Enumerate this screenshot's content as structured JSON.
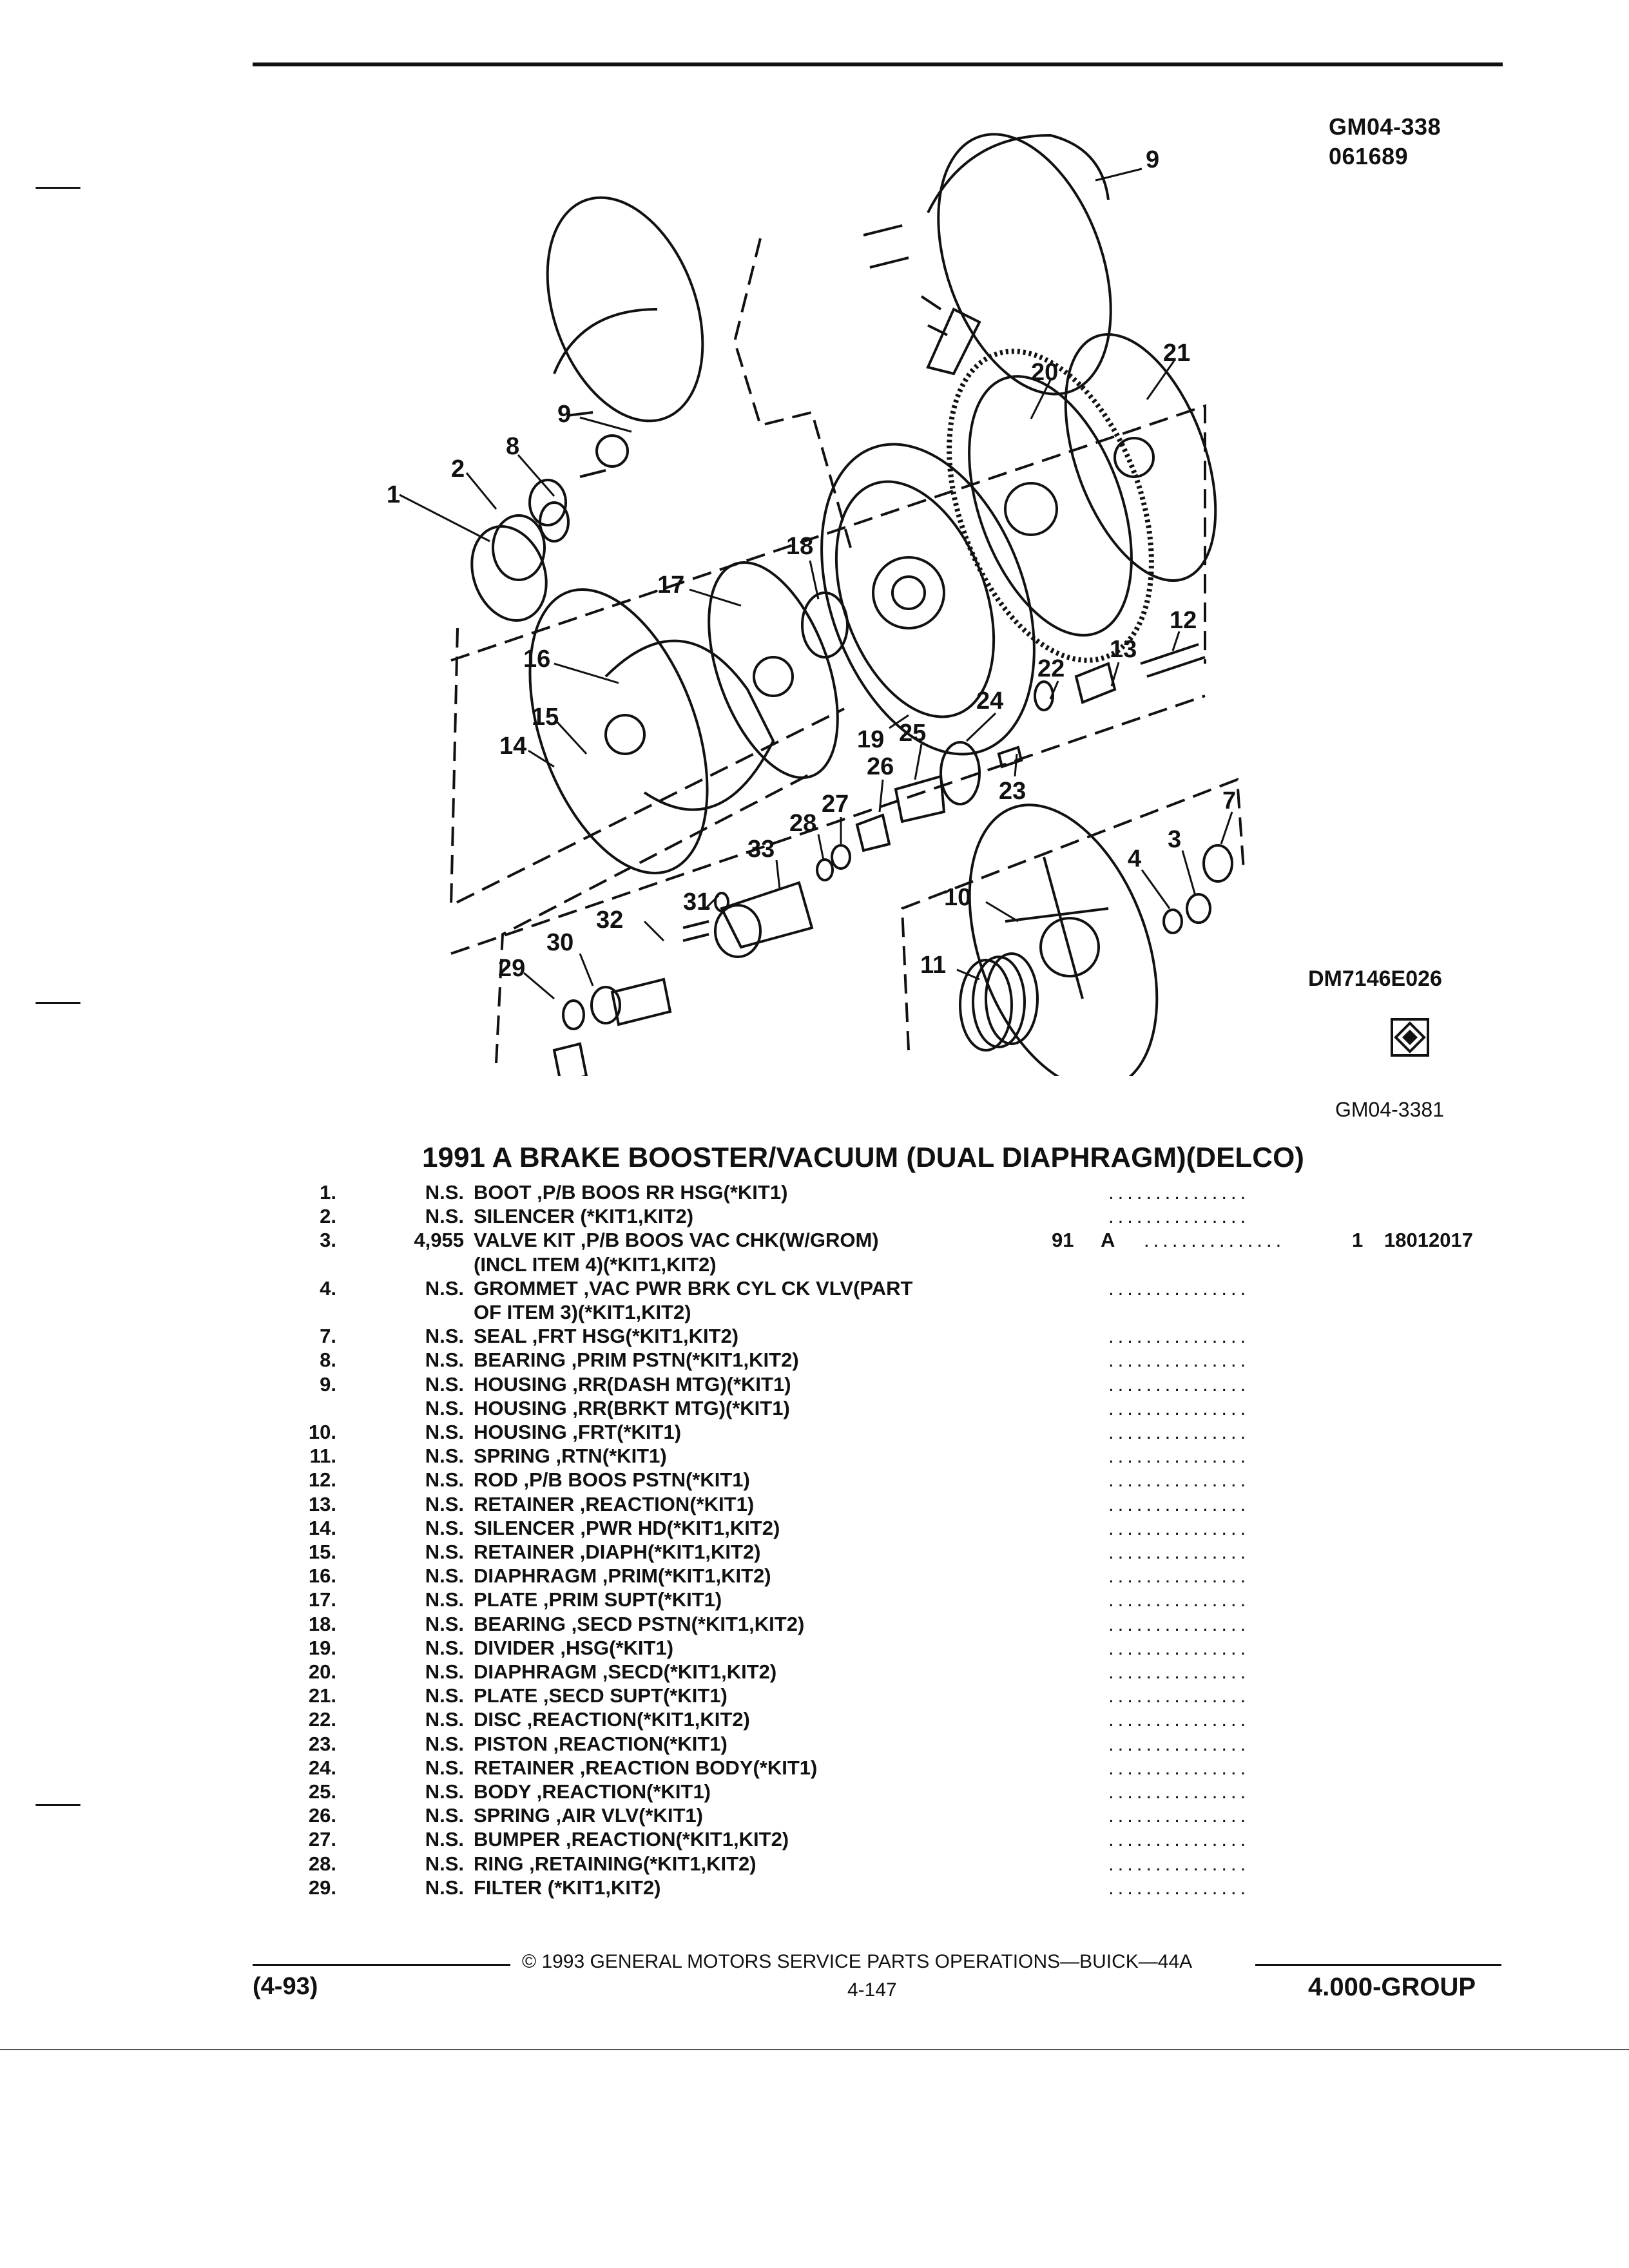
{
  "header": {
    "code_1": "GM04-338",
    "code_2": "061689"
  },
  "diagram": {
    "art_code": "DM7146E026",
    "figure_code": "GM04-3381",
    "callouts": [
      "9",
      "9",
      "8",
      "2",
      "1",
      "21",
      "20",
      "18",
      "17",
      "16",
      "15",
      "14",
      "19",
      "13",
      "12",
      "22",
      "24",
      "25",
      "26",
      "27",
      "28",
      "23",
      "33",
      "31",
      "32",
      "30",
      "29",
      "7",
      "3",
      "4",
      "10",
      "11"
    ]
  },
  "title": "1991 A BRAKE BOOSTER/VACUUM (DUAL DIAPHRAGM)(DELCO)",
  "parts": [
    {
      "no": "1.",
      "qty": "N.S.",
      "desc": "BOOT ,P/B BOOS RR HSG(*KIT1)",
      "cont": "",
      "yr": "",
      "mod": "",
      "n": "",
      "pn": ""
    },
    {
      "no": "2.",
      "qty": "N.S.",
      "desc": "SILENCER (*KIT1,KIT2)",
      "cont": "",
      "yr": "",
      "mod": "",
      "n": "",
      "pn": ""
    },
    {
      "no": "3.",
      "qty": "4,955",
      "desc": "VALVE KIT ,P/B BOOS VAC CHK(W/GROM)",
      "cont": "(INCL ITEM 4)(*KIT1,KIT2)",
      "yr": "91",
      "mod": "A",
      "n": "1",
      "pn": "18012017"
    },
    {
      "no": "4.",
      "qty": "N.S.",
      "desc": "GROMMET ,VAC PWR BRK CYL CK VLV(PART",
      "cont": "OF ITEM 3)(*KIT1,KIT2)",
      "yr": "",
      "mod": "",
      "n": "",
      "pn": ""
    },
    {
      "no": "7.",
      "qty": "N.S.",
      "desc": "SEAL ,FRT HSG(*KIT1,KIT2)",
      "cont": "",
      "yr": "",
      "mod": "",
      "n": "",
      "pn": ""
    },
    {
      "no": "8.",
      "qty": "N.S.",
      "desc": "BEARING ,PRIM PSTN(*KIT1,KIT2)",
      "cont": "",
      "yr": "",
      "mod": "",
      "n": "",
      "pn": ""
    },
    {
      "no": "9.",
      "qty": "N.S.",
      "desc": "HOUSING ,RR(DASH MTG)(*KIT1)",
      "cont": "",
      "yr": "",
      "mod": "",
      "n": "",
      "pn": ""
    },
    {
      "no": "",
      "qty": "N.S.",
      "desc": "HOUSING ,RR(BRKT MTG)(*KIT1)",
      "cont": "",
      "yr": "",
      "mod": "",
      "n": "",
      "pn": ""
    },
    {
      "no": "10.",
      "qty": "N.S.",
      "desc": "HOUSING ,FRT(*KIT1)",
      "cont": "",
      "yr": "",
      "mod": "",
      "n": "",
      "pn": ""
    },
    {
      "no": "11.",
      "qty": "N.S.",
      "desc": "SPRING ,RTN(*KIT1)",
      "cont": "",
      "yr": "",
      "mod": "",
      "n": "",
      "pn": ""
    },
    {
      "no": "12.",
      "qty": "N.S.",
      "desc": "ROD ,P/B BOOS PSTN(*KIT1)",
      "cont": "",
      "yr": "",
      "mod": "",
      "n": "",
      "pn": ""
    },
    {
      "no": "13.",
      "qty": "N.S.",
      "desc": "RETAINER ,REACTION(*KIT1)",
      "cont": "",
      "yr": "",
      "mod": "",
      "n": "",
      "pn": ""
    },
    {
      "no": "14.",
      "qty": "N.S.",
      "desc": "SILENCER ,PWR HD(*KIT1,KIT2)",
      "cont": "",
      "yr": "",
      "mod": "",
      "n": "",
      "pn": ""
    },
    {
      "no": "15.",
      "qty": "N.S.",
      "desc": "RETAINER ,DIAPH(*KIT1,KIT2)",
      "cont": "",
      "yr": "",
      "mod": "",
      "n": "",
      "pn": ""
    },
    {
      "no": "16.",
      "qty": "N.S.",
      "desc": "DIAPHRAGM ,PRIM(*KIT1,KIT2)",
      "cont": "",
      "yr": "",
      "mod": "",
      "n": "",
      "pn": ""
    },
    {
      "no": "17.",
      "qty": "N.S.",
      "desc": "PLATE ,PRIM SUPT(*KIT1)",
      "cont": "",
      "yr": "",
      "mod": "",
      "n": "",
      "pn": ""
    },
    {
      "no": "18.",
      "qty": "N.S.",
      "desc": "BEARING ,SECD PSTN(*KIT1,KIT2)",
      "cont": "",
      "yr": "",
      "mod": "",
      "n": "",
      "pn": ""
    },
    {
      "no": "19.",
      "qty": "N.S.",
      "desc": "DIVIDER ,HSG(*KIT1)",
      "cont": "",
      "yr": "",
      "mod": "",
      "n": "",
      "pn": ""
    },
    {
      "no": "20.",
      "qty": "N.S.",
      "desc": "DIAPHRAGM ,SECD(*KIT1,KIT2)",
      "cont": "",
      "yr": "",
      "mod": "",
      "n": "",
      "pn": ""
    },
    {
      "no": "21.",
      "qty": "N.S.",
      "desc": "PLATE ,SECD SUPT(*KIT1)",
      "cont": "",
      "yr": "",
      "mod": "",
      "n": "",
      "pn": ""
    },
    {
      "no": "22.",
      "qty": "N.S.",
      "desc": "DISC ,REACTION(*KIT1,KIT2)",
      "cont": "",
      "yr": "",
      "mod": "",
      "n": "",
      "pn": ""
    },
    {
      "no": "23.",
      "qty": "N.S.",
      "desc": "PISTON ,REACTION(*KIT1)",
      "cont": "",
      "yr": "",
      "mod": "",
      "n": "",
      "pn": ""
    },
    {
      "no": "24.",
      "qty": "N.S.",
      "desc": "RETAINER ,REACTION BODY(*KIT1)",
      "cont": "",
      "yr": "",
      "mod": "",
      "n": "",
      "pn": ""
    },
    {
      "no": "25.",
      "qty": "N.S.",
      "desc": "BODY ,REACTION(*KIT1)",
      "cont": "",
      "yr": "",
      "mod": "",
      "n": "",
      "pn": ""
    },
    {
      "no": "26.",
      "qty": "N.S.",
      "desc": "SPRING ,AIR VLV(*KIT1)",
      "cont": "",
      "yr": "",
      "mod": "",
      "n": "",
      "pn": ""
    },
    {
      "no": "27.",
      "qty": "N.S.",
      "desc": "BUMPER ,REACTION(*KIT1,KIT2)",
      "cont": "",
      "yr": "",
      "mod": "",
      "n": "",
      "pn": ""
    },
    {
      "no": "28.",
      "qty": "N.S.",
      "desc": "RING ,RETAINING(*KIT1,KIT2)",
      "cont": "",
      "yr": "",
      "mod": "",
      "n": "",
      "pn": ""
    },
    {
      "no": "29.",
      "qty": "N.S.",
      "desc": "FILTER (*KIT1,KIT2)",
      "cont": "",
      "yr": "",
      "mod": "",
      "n": "",
      "pn": ""
    }
  ],
  "footer": {
    "copyright": "© 1993 GENERAL MOTORS SERVICE PARTS OPERATIONS—BUICK—44A",
    "revision": "(4-93)",
    "page": "4-147",
    "group": "4.000-GROUP"
  }
}
